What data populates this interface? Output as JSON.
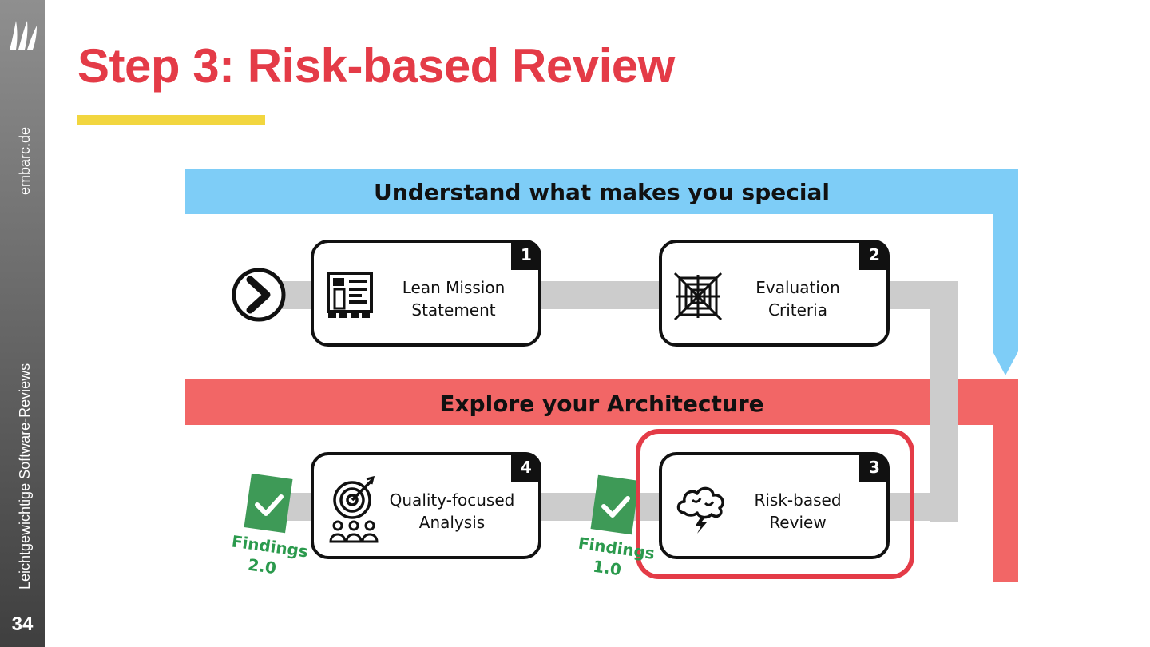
{
  "sidebar": {
    "site": "embarc.de",
    "subtitle": "Leichtgewichtige Software-Reviews",
    "page_number": "34"
  },
  "slide": {
    "title": "Step 3: Risk-based Review"
  },
  "bands": {
    "understand": "Understand what makes you special",
    "explore": "Explore your Architecture"
  },
  "steps": [
    {
      "number": "1",
      "line1": "Lean Mission",
      "line2": "Statement",
      "icon": "document-layout-icon"
    },
    {
      "number": "2",
      "line1": "Evaluation",
      "line2": "Criteria",
      "icon": "spider-web-icon"
    },
    {
      "number": "3",
      "line1": "Risk-based",
      "line2": "Review",
      "icon": "storm-cloud-icon"
    },
    {
      "number": "4",
      "line1": "Quality-focused",
      "line2": "Analysis",
      "icon": "target-team-icon"
    }
  ],
  "findings": [
    {
      "line1": "Findings",
      "line2": "1.0"
    },
    {
      "line1": "Findings",
      "line2": "2.0"
    }
  ],
  "colors": {
    "title": "#e43b47",
    "underline": "#f2d63f",
    "blue_band": "#7ecdf7",
    "red_band": "#f26666",
    "path": "#cccccc",
    "check_green": "#3e9a57",
    "highlight": "#e43b47"
  }
}
